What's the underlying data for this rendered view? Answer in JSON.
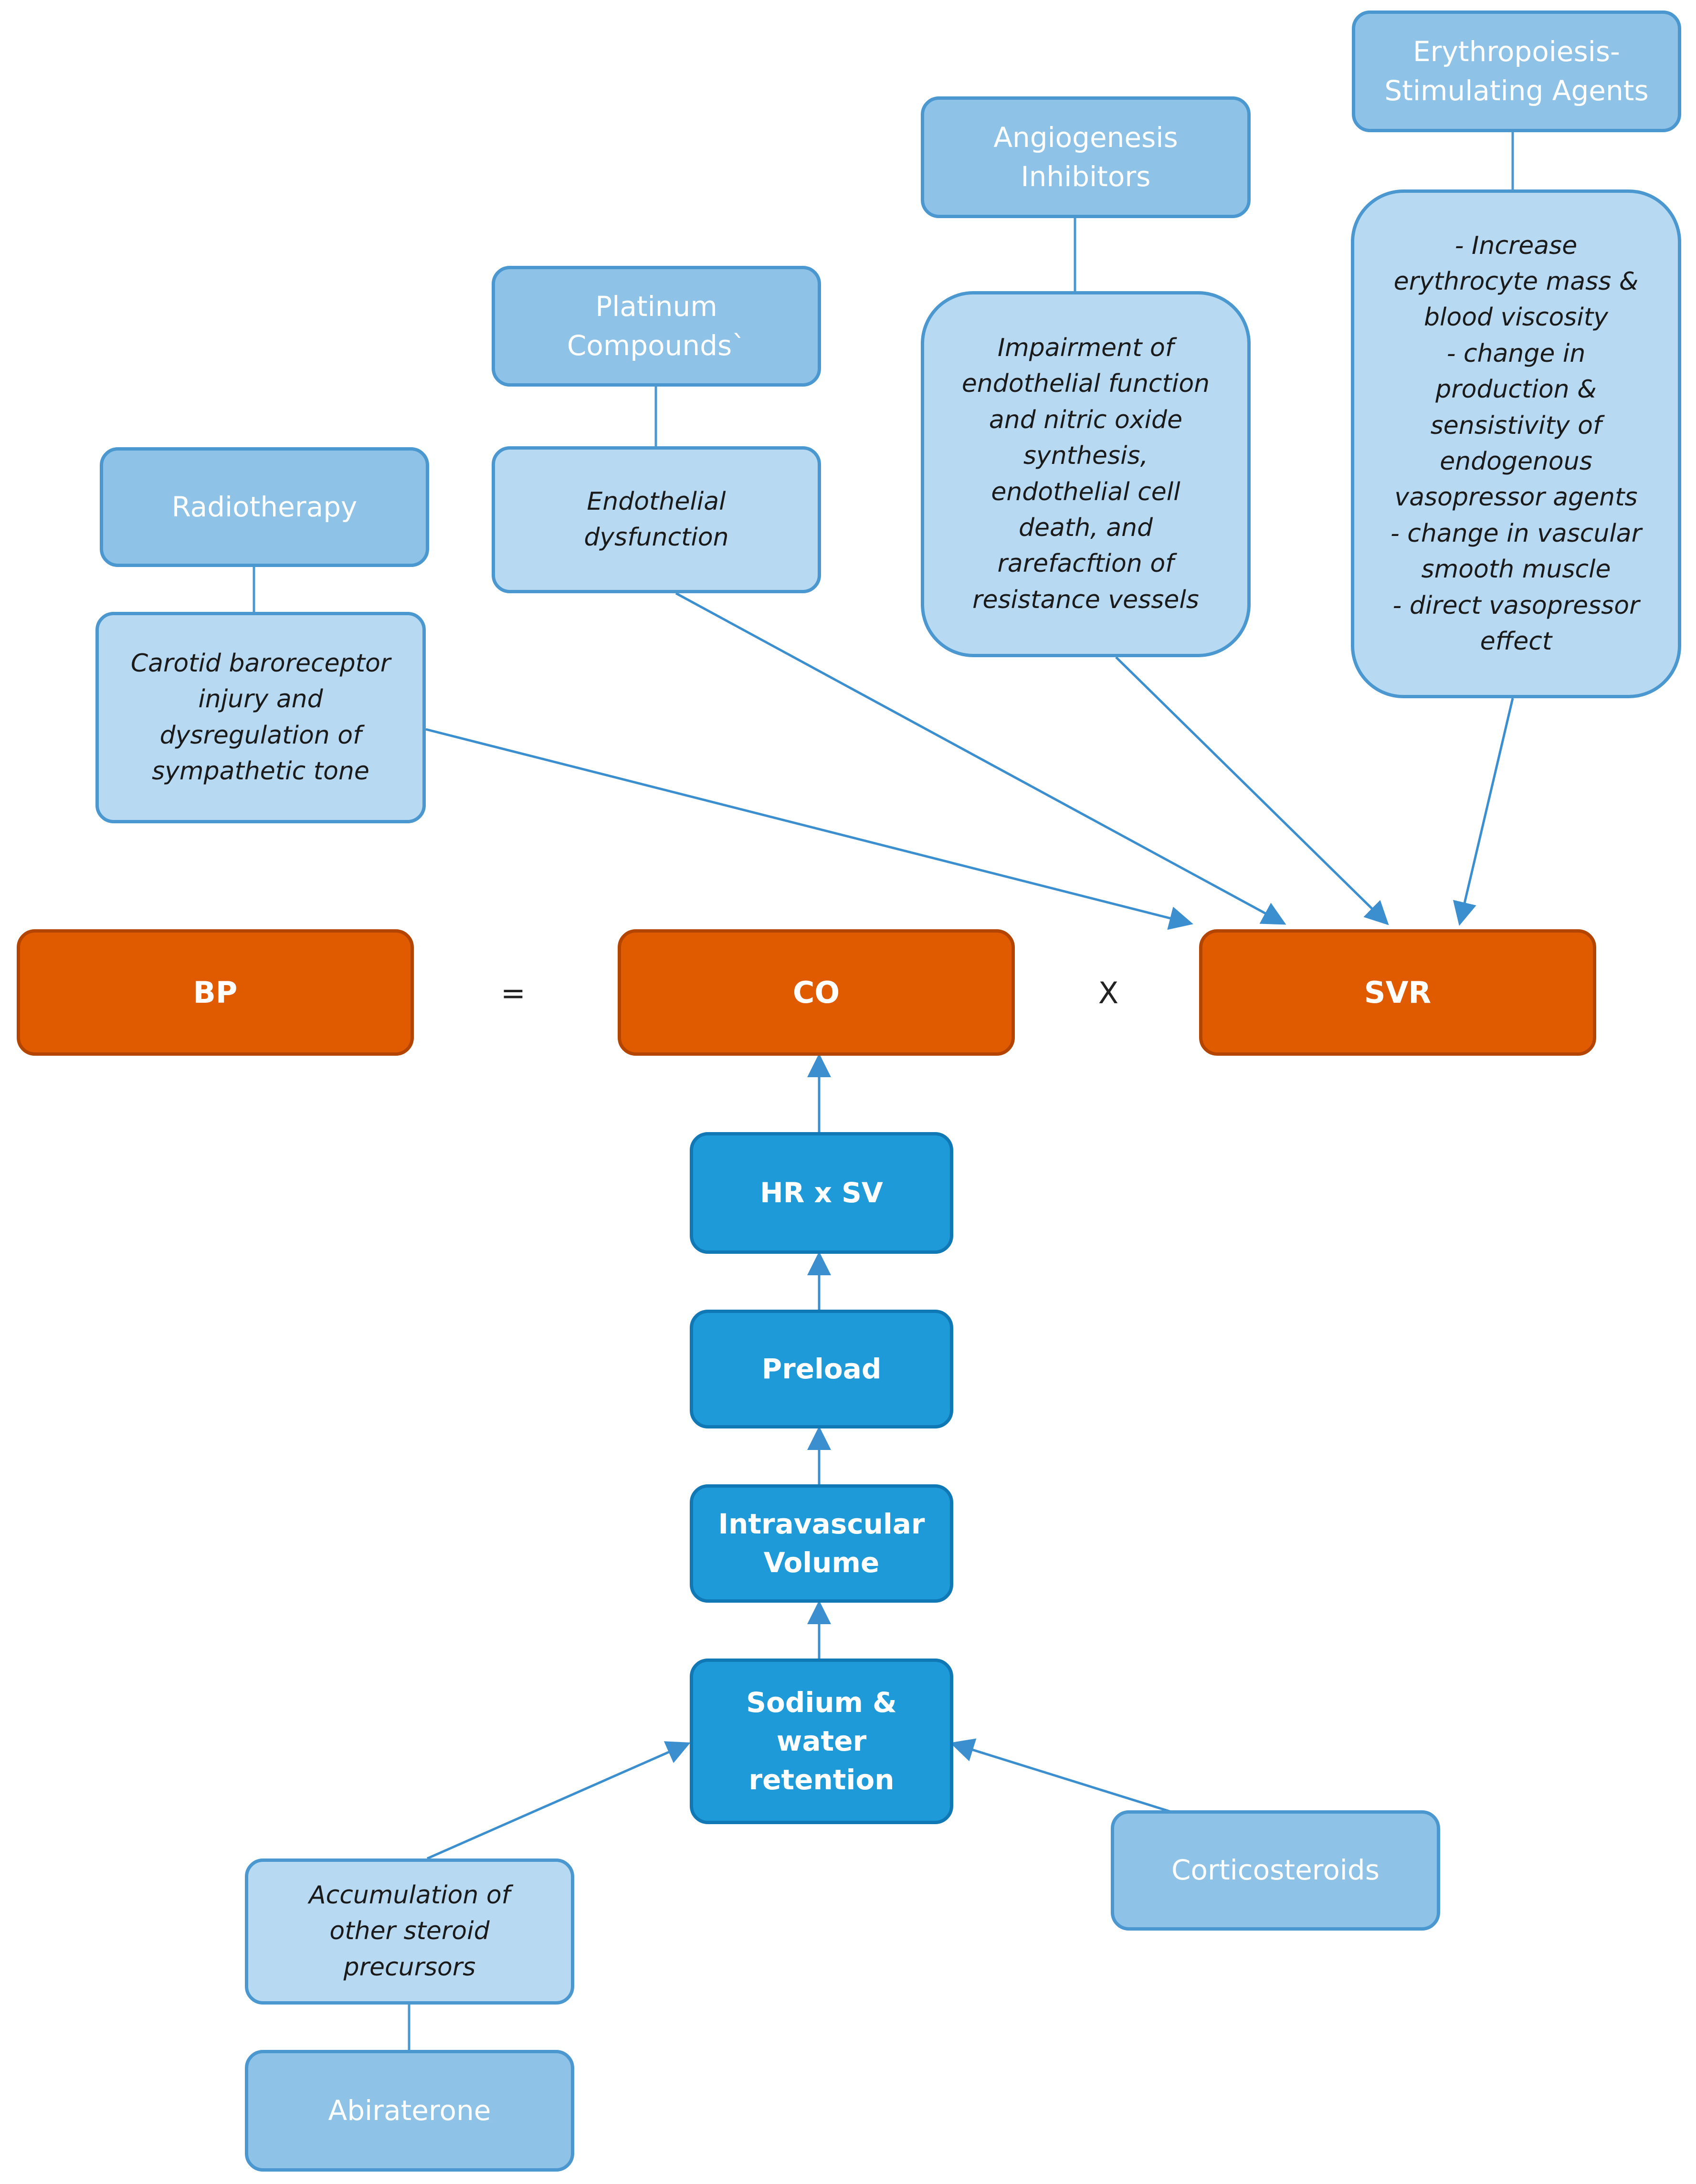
{
  "colors": {
    "agent_fill": "#8ec2e6",
    "mechanism_fill": "#b7daf2",
    "main_fill": "#e05a00",
    "chain_fill": "#1e9ad8",
    "arrow": "#3c8fcf"
  },
  "equation": {
    "bp": "BP",
    "equals": "=",
    "co": "CO",
    "times": "X",
    "svr": "SVR"
  },
  "agents": {
    "radiotherapy": "Radiotherapy",
    "platinum": "Platinum\nCompounds`",
    "angiogenesis": "Angiogenesis\nInhibitors",
    "esa": "Erythropoiesis-\nStimulating Agents",
    "corticosteroids": "Corticosteroids",
    "abiraterone": "Abiraterone"
  },
  "mechanisms": {
    "radiotherapy": "Carotid baroreceptor\ninjury and\ndysregulation of\nsympathetic tone",
    "platinum": "Endothelial\ndysfunction",
    "angiogenesis": "Impairment of\nendothelial function\nand nitric oxide\nsynthesis,\nendothelial cell\ndeath, and\nrarefacftion of\nresistance vessels",
    "esa": "- Increase\nerythrocyte mass  &\nblood viscosity\n- change in\nproduction &\nsensistivity of\nendogenous\nvasopressor agents\n- change in vascular\nsmooth muscle\n- direct vasopressor\neffect",
    "abiraterone": "Accumulation of\nother steroid\nprecursors"
  },
  "chain": {
    "hr_sv": "HR x SV",
    "preload": "Preload",
    "volume": "Intravascular\nVolume",
    "sodium": "Sodium &\nwater\nretention"
  }
}
